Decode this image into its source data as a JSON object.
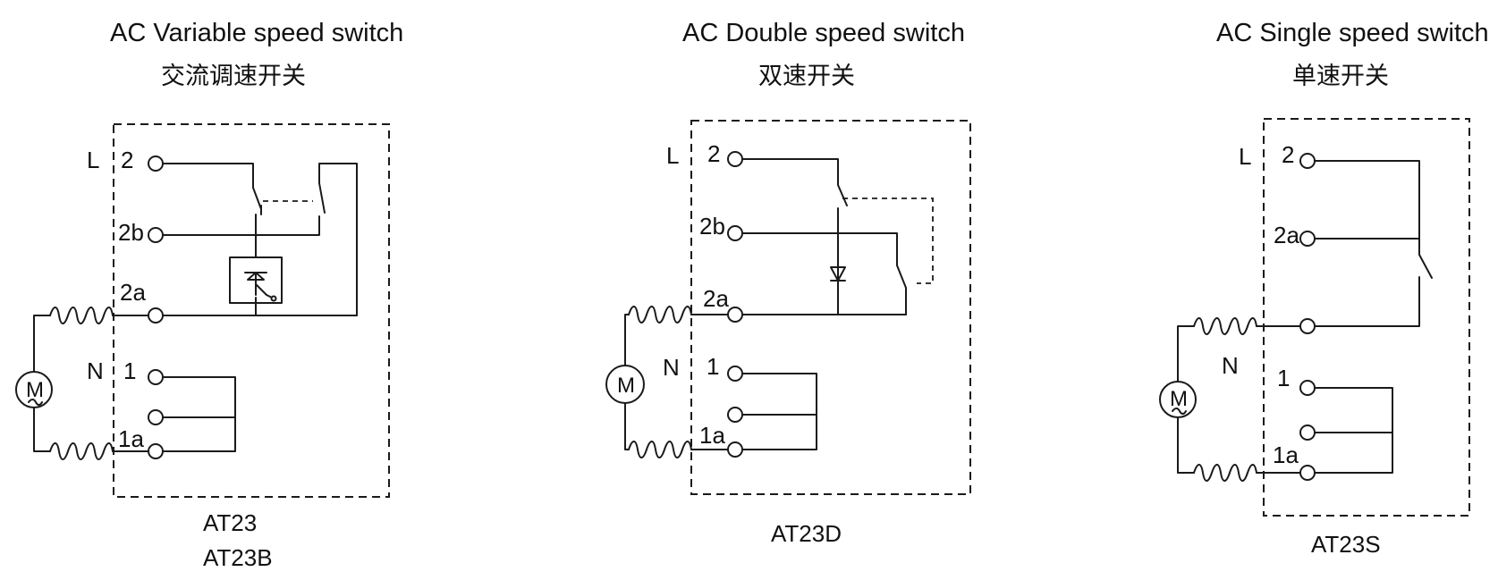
{
  "diagrams": [
    {
      "title": "AC  Variable speed switch",
      "subtitle_cn": "交流调速开关",
      "models": [
        "AT23",
        "AT23B"
      ],
      "terminals": [
        "L",
        "2",
        "2b",
        "2a",
        "N",
        "1",
        "1a"
      ],
      "motor": "M"
    },
    {
      "title": "AC Double speed switch",
      "subtitle_cn": "双速开关",
      "models": [
        "AT23D"
      ],
      "terminals": [
        "L",
        "2",
        "2b",
        "2a",
        "N",
        "1",
        "1a"
      ],
      "motor": "M"
    },
    {
      "title": "AC Single speed switch",
      "subtitle_cn": "单速开关",
      "models": [
        "AT23S"
      ],
      "terminals": [
        "L",
        "2",
        "2a",
        "N",
        "1",
        "1a"
      ],
      "motor": "M"
    }
  ]
}
